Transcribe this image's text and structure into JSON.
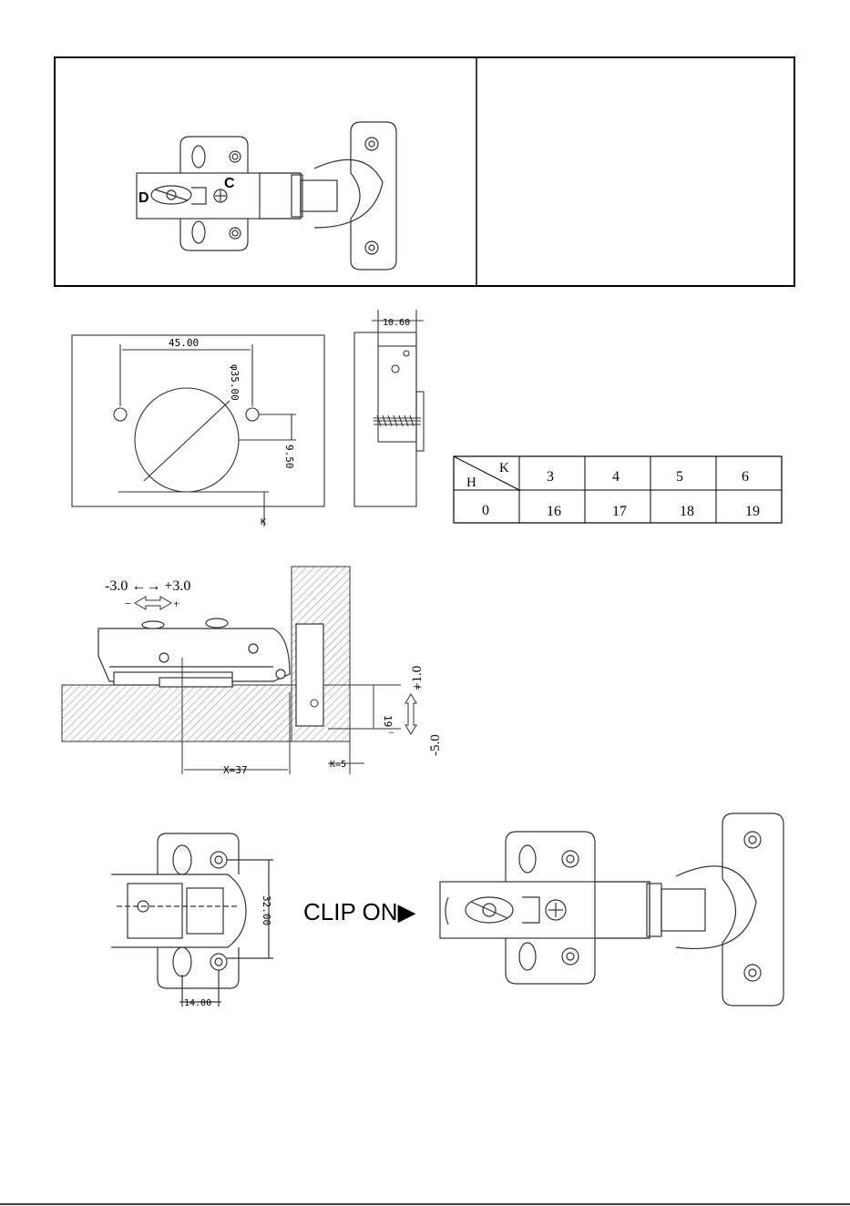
{
  "top_box": {
    "label_d": "D",
    "label_c": "C"
  },
  "drilling": {
    "dim_hole_spacing": "45.00",
    "dim_cup_diameter": "φ35.00",
    "dim_offset": "9.50",
    "dim_k": "K",
    "dim_depth": "10.60"
  },
  "kh_table": {
    "header_k": "K",
    "header_h": "H",
    "columns": [
      "3",
      "4",
      "5",
      "6"
    ],
    "rows": [
      {
        "h": "0",
        "values": [
          "16",
          "17",
          "18",
          "19"
        ]
      }
    ]
  },
  "adjustment": {
    "side_adjust_label": "-3.0 ←→ +3.0",
    "side_minus": "−",
    "side_plus": "+",
    "height_label_plus": "+1.0",
    "height_label_minus": "-5.0",
    "height_plus": "+",
    "height_minus": "−",
    "dim_19": "19",
    "dim_x": "X=37",
    "dim_k": "K=5"
  },
  "clip_on": {
    "dim_32": "32.00",
    "dim_14": "14.00",
    "label": "CLIP ON▶"
  }
}
